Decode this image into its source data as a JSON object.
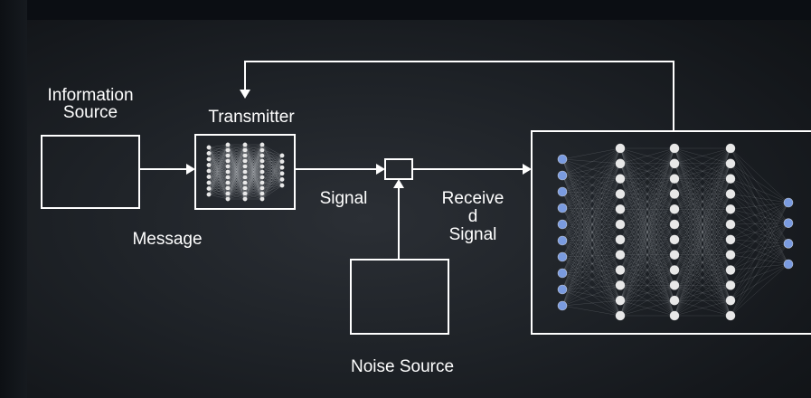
{
  "labels": {
    "information_source": [
      "Information",
      "Source"
    ],
    "transmitter": "Transmitter",
    "message": "Message",
    "signal": "Signal",
    "received_signal": [
      "Receive",
      "d",
      "Signal"
    ],
    "noise_source": "Noise Source"
  },
  "colors": {
    "line": "#ffffff",
    "node_light": "#e8e8e8",
    "node_blue": "#7a9be0"
  },
  "icons": [
    "arrow-head",
    "neural-network-icon"
  ]
}
